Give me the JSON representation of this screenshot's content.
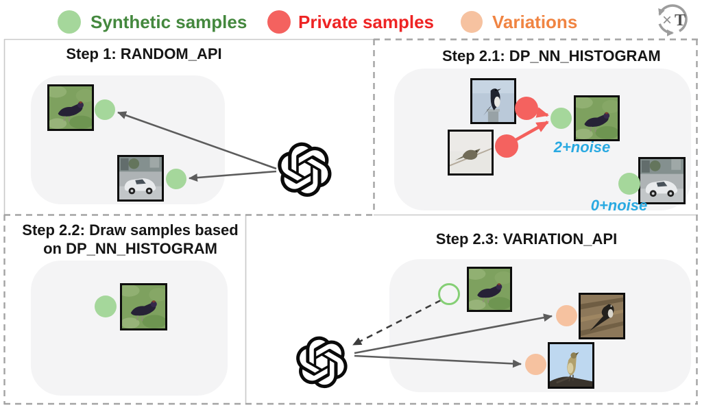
{
  "legend": {
    "synthetic": "Synthetic samples",
    "private": "Private samples",
    "variations": "Variations",
    "repeat": {
      "times": "×",
      "t": "T"
    }
  },
  "panels": {
    "step1": {
      "title": "Step 1: RANDOM_API"
    },
    "step2_1": {
      "title": "Step 2.1: DP_NN_HISTOGRAM",
      "noise_label_top": "2+noise",
      "noise_label_bottom": "0+noise"
    },
    "step2_2": {
      "title_line1": "Step 2.2: Draw samples based",
      "title_line2": "on DP_NN_HISTOGRAM"
    },
    "step2_3": {
      "title": "Step 2.3: VARIATION_API"
    }
  },
  "colors": {
    "synthetic_dot": "#a5d79b",
    "private_dot": "#f4625f",
    "variation_dot": "#f6c2a0",
    "synthetic_text": "#44883e",
    "private_text": "#ee2424",
    "variation_text": "#f08442",
    "noise_text": "#29a9e1"
  }
}
